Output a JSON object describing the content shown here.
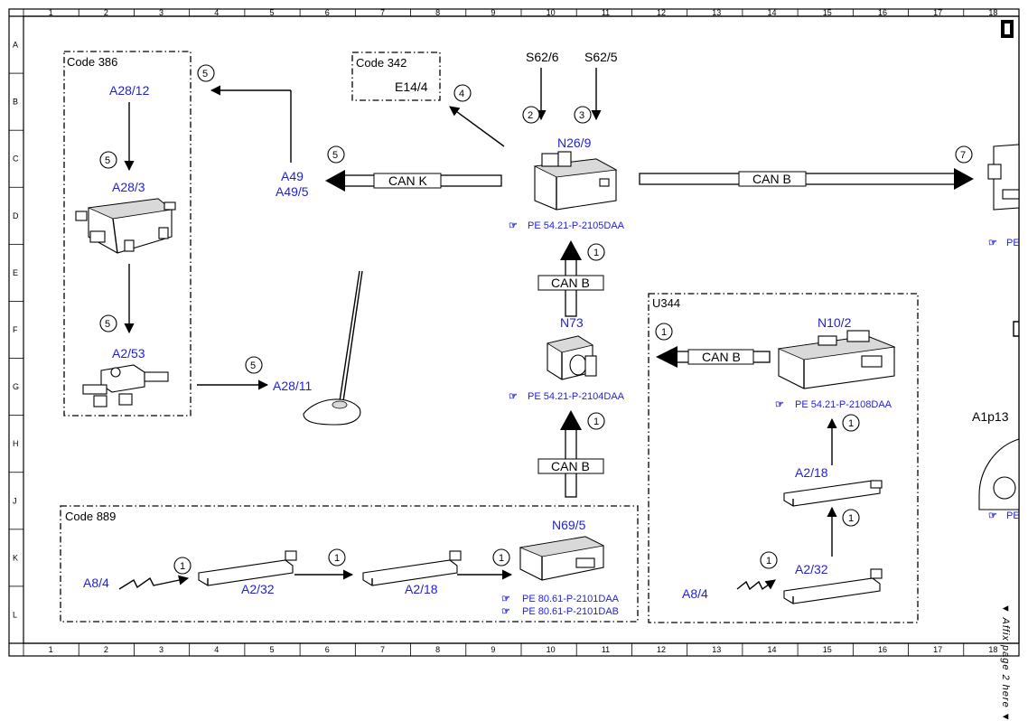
{
  "ruler": {
    "columns": [
      "1",
      "2",
      "3",
      "4",
      "5",
      "6",
      "7",
      "8",
      "9",
      "10",
      "11",
      "12",
      "13",
      "14",
      "15",
      "16",
      "17",
      "18"
    ],
    "rows": [
      "A",
      "B",
      "C",
      "D",
      "E",
      "F",
      "G",
      "H",
      "J",
      "K",
      "L"
    ]
  },
  "zones": {
    "code386": "Code 386",
    "code342": "Code 342",
    "code889": "Code 889",
    "u344": "U344"
  },
  "components": {
    "a28_12": "A28/12",
    "a28_3": "A28/3",
    "a2_53": "A2/53",
    "e14_4": "E14/4",
    "a49": "A49",
    "a49_5": "A49/5",
    "a28_11": "A28/11",
    "s62_6": "S62/6",
    "s62_5": "S62/5",
    "n26_9": "N26/9",
    "n73": "N73",
    "n10_2": "N10/2",
    "a2_18_u": "A2/18",
    "a2_32_u": "A2/32",
    "a8_4_u": "A8/4",
    "a8_4_c": "A8/4",
    "a2_32_c": "A2/32",
    "a2_18_c": "A2/18",
    "n69_5": "N69/5",
    "a1p13": "A1p13"
  },
  "buses": {
    "can_k": "CAN K",
    "can_b_main": "CAN B",
    "can_b_upper": "CAN B",
    "can_b_lower": "CAN B",
    "can_b_u344": "CAN B"
  },
  "references": {
    "n26_9": "PE 54.21-P-2105DAA",
    "n73": "PE 54.21-P-2104DAA",
    "n10_2": "PE 54.21-P-2108DAA",
    "n69_5_a": "PE 80.61-P-2101DAA",
    "n69_5_b": "PE 80.61-P-2101DAB",
    "right_cut_a": "PE",
    "right_cut_b": "PE"
  },
  "callouts": {
    "c1": "1",
    "c2": "2",
    "c3": "3",
    "c4": "4",
    "c5": "5",
    "c7": "7"
  },
  "side_note": "▼ Affix page 2 here ▼"
}
